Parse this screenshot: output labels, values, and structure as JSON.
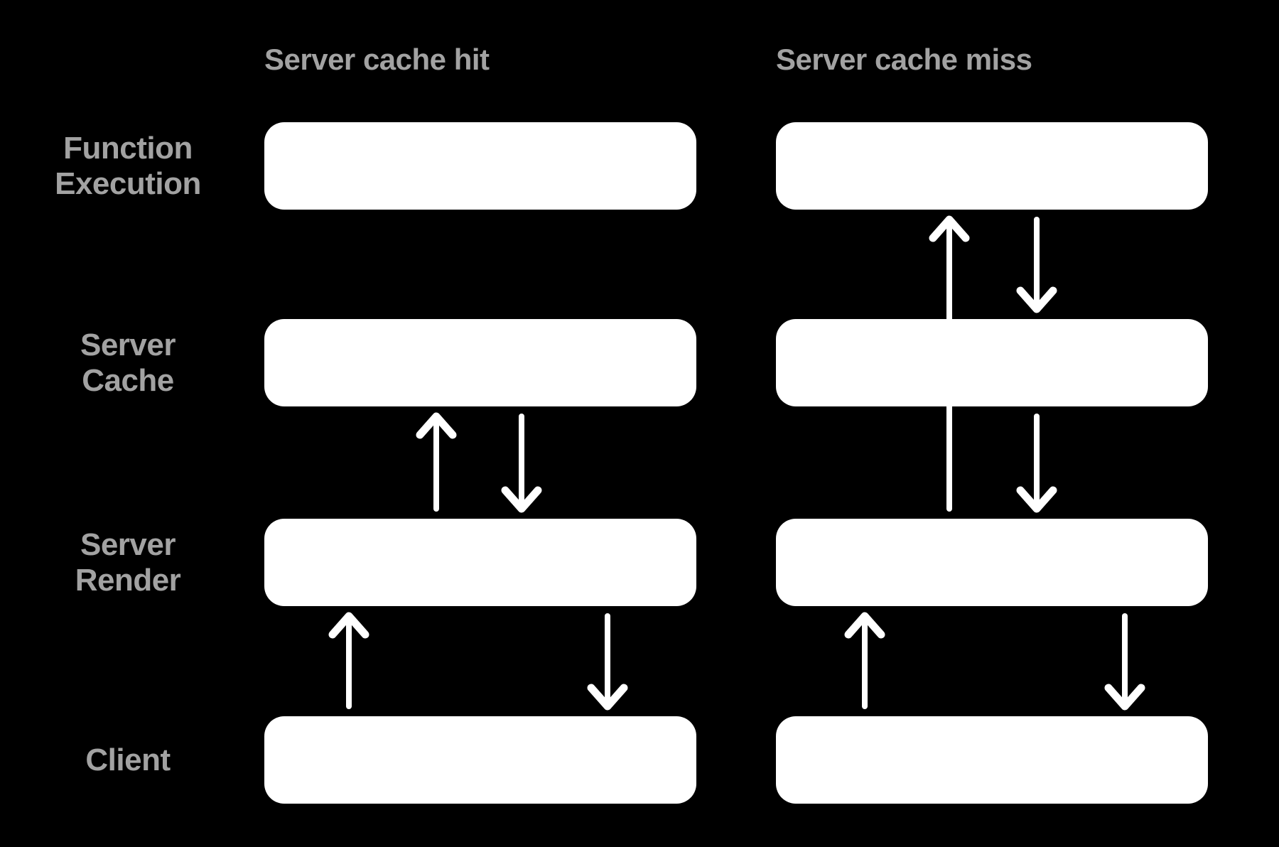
{
  "diagram": {
    "background_color": "#000000",
    "box_color": "#ffffff",
    "arrow_color": "#ffffff",
    "label_color": "#a2a2a2",
    "columns": [
      {
        "id": "hit",
        "title": "Server cache hit"
      },
      {
        "id": "miss",
        "title": "Server cache miss"
      }
    ],
    "row_labels": [
      {
        "id": "function-execution",
        "label": "Function\nExecution"
      },
      {
        "id": "server-cache",
        "label": "Server\nCache"
      },
      {
        "id": "server-render",
        "label": "Server\nRender"
      },
      {
        "id": "client",
        "label": "Client"
      }
    ],
    "arrows": [
      {
        "column": "hit",
        "direction": "up",
        "from": "server-render",
        "to": "server-cache"
      },
      {
        "column": "hit",
        "direction": "down",
        "from": "server-cache",
        "to": "server-render"
      },
      {
        "column": "hit",
        "direction": "up",
        "from": "client",
        "to": "server-render"
      },
      {
        "column": "hit",
        "direction": "down",
        "from": "server-render",
        "to": "client"
      },
      {
        "column": "miss",
        "direction": "up",
        "from": "server-render",
        "to": "function-execution"
      },
      {
        "column": "miss",
        "direction": "down",
        "from": "function-execution",
        "to": "server-cache"
      },
      {
        "column": "miss",
        "direction": "down",
        "from": "server-cache",
        "to": "server-render"
      },
      {
        "column": "miss",
        "direction": "up",
        "from": "client",
        "to": "server-render"
      },
      {
        "column": "miss",
        "direction": "down",
        "from": "server-render",
        "to": "client"
      }
    ]
  }
}
